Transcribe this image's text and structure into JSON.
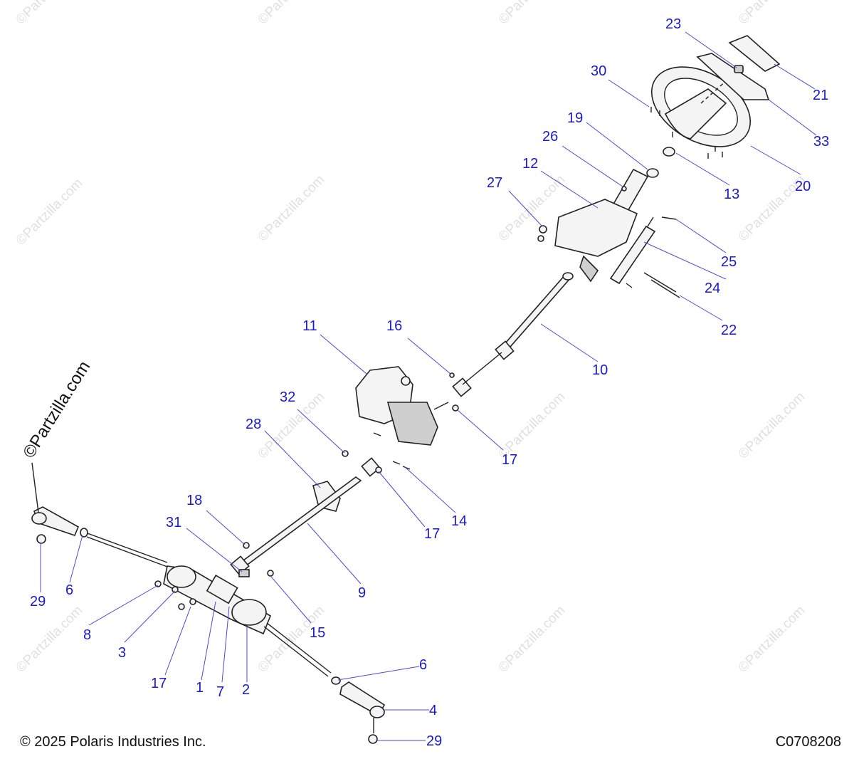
{
  "watermark": "©Partzilla.com",
  "copyright": "© 2025 Polaris Industries Inc.",
  "drawing_number": "C0708208",
  "callouts": [
    "23",
    "30",
    "21",
    "33",
    "19",
    "26",
    "13",
    "20",
    "12",
    "27",
    "25",
    "24",
    "22",
    "11",
    "16",
    "10",
    "32",
    "28",
    "17",
    "14",
    "18",
    "31",
    "9",
    "6",
    "29",
    "8",
    "3",
    "15",
    "1",
    "7",
    "2",
    "4"
  ]
}
